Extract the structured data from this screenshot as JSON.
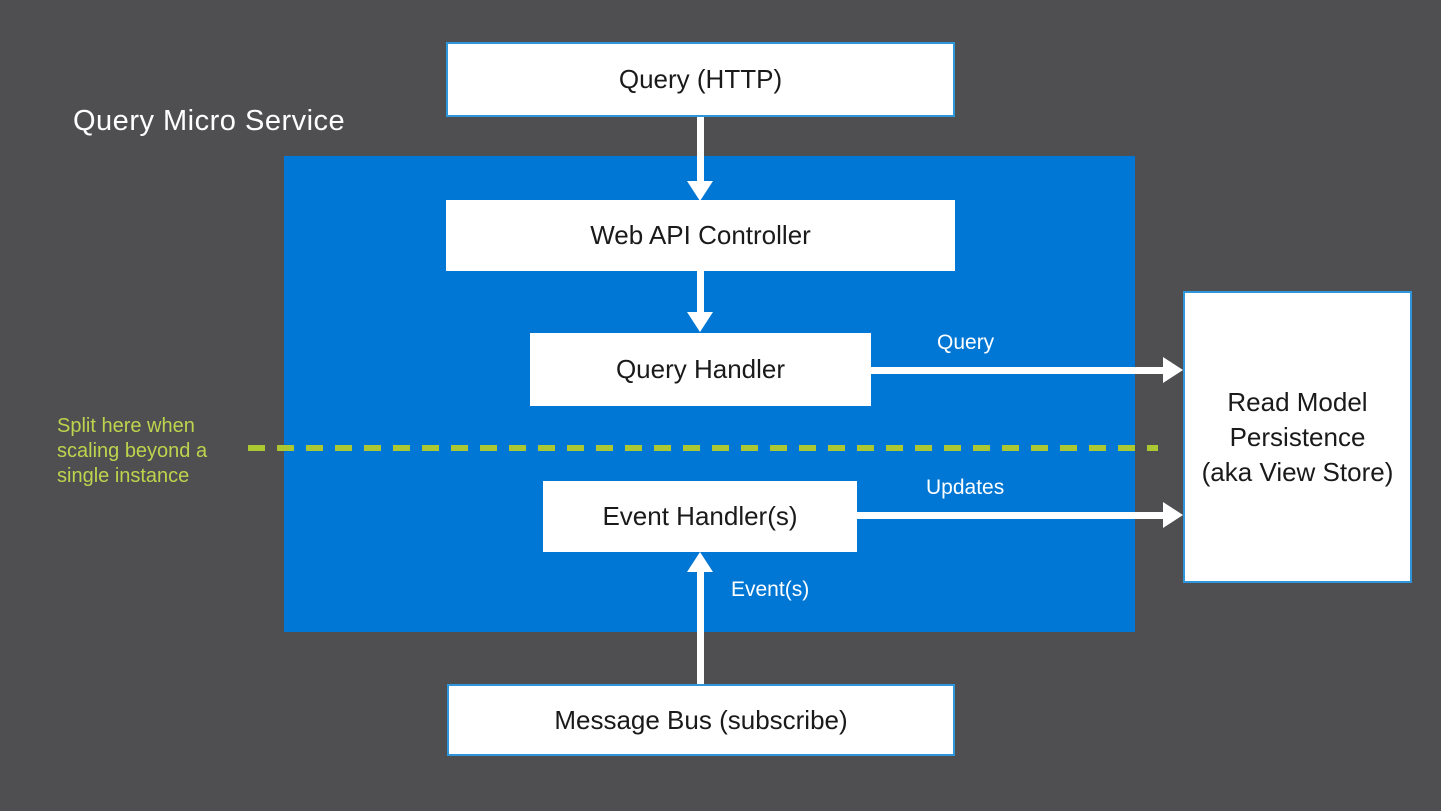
{
  "title": "Query Micro Service",
  "colors": {
    "background": "#4f4f51",
    "container_blue": "#0077d4",
    "box_border": "#2e97dc",
    "split_green": "#abc832",
    "annotation_green": "#bdd44d",
    "arrow_white": "#ffffff"
  },
  "nodes": {
    "query_http": {
      "label": "Query (HTTP)"
    },
    "web_api_controller": {
      "label": "Web API Controller"
    },
    "query_handler": {
      "label": "Query Handler"
    },
    "event_handlers": {
      "label": "Event Handler(s)"
    },
    "read_model": {
      "label": "Read Model\nPersistence\n(aka View Store)"
    },
    "message_bus": {
      "label": "Message Bus (subscribe)"
    }
  },
  "edge_labels": {
    "query": "Query",
    "updates": "Updates",
    "events": "Event(s)"
  },
  "annotation": {
    "text": "Split here when\nscaling beyond a\nsingle instance"
  }
}
